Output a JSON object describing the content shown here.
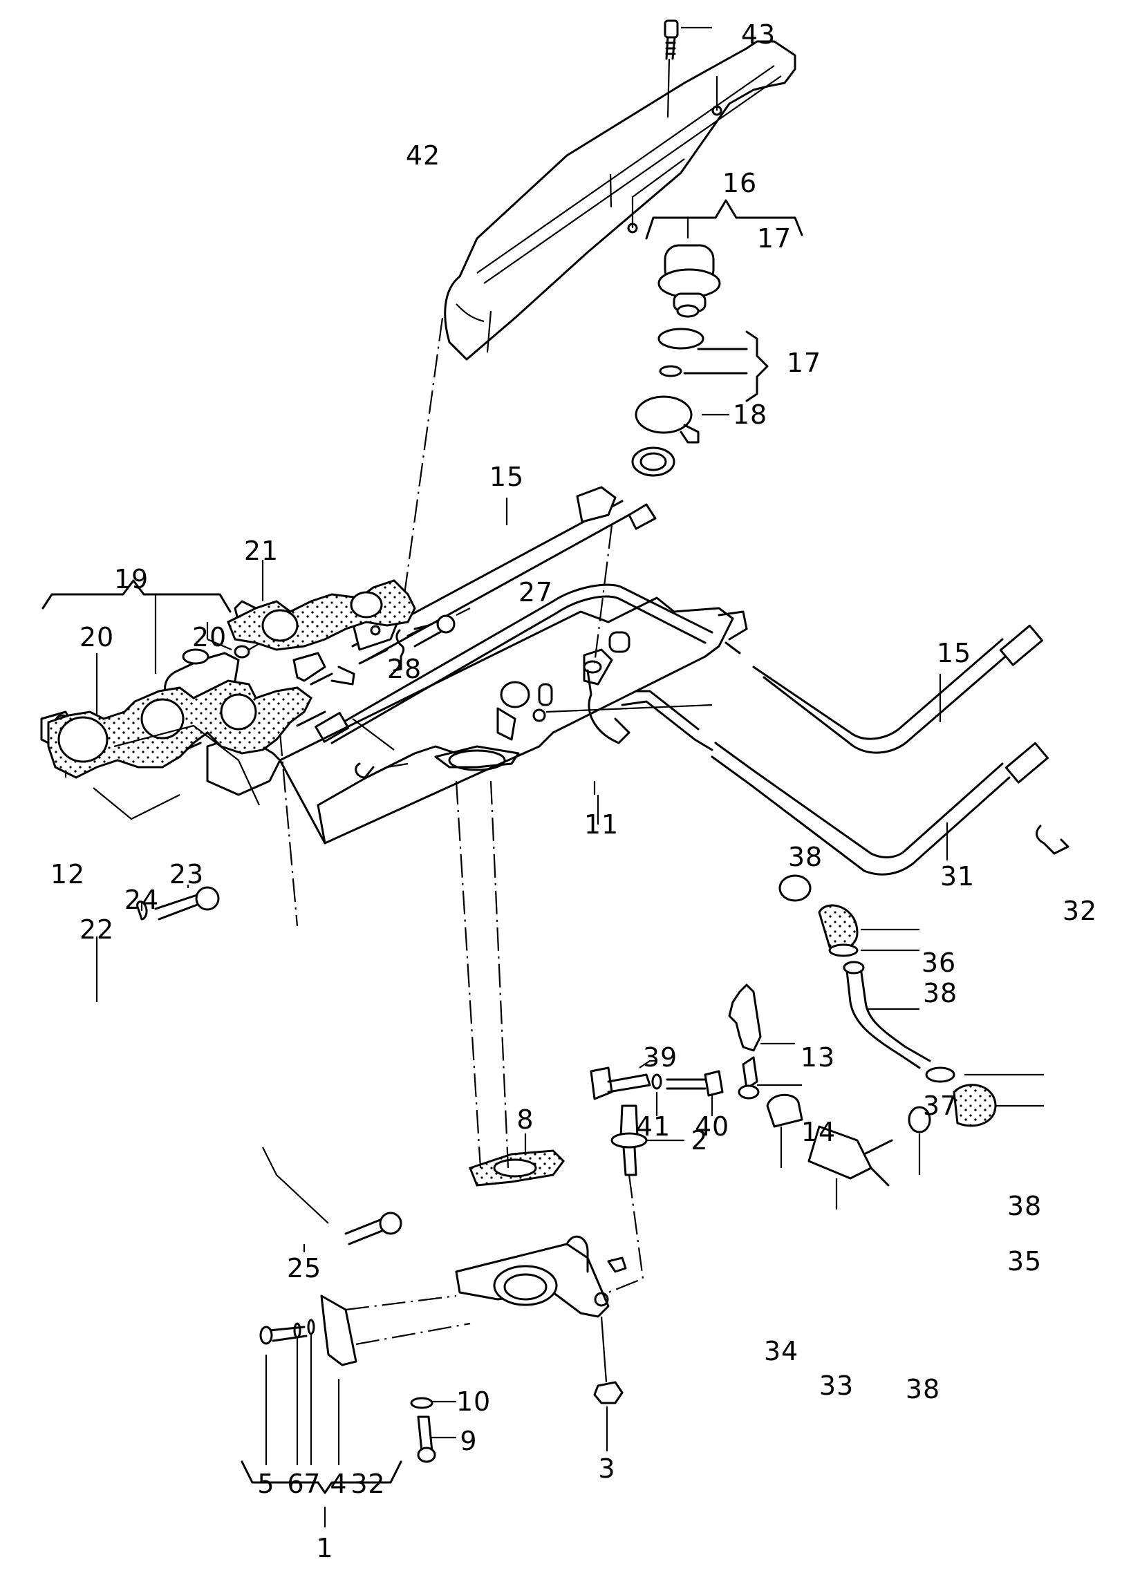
{
  "title": "Intake manifold / fuel rail exploded parts diagram",
  "callouts": [
    {
      "id": "c43",
      "label": "43",
      "part": "bolt-cover"
    },
    {
      "id": "c42",
      "label": "42",
      "part": "engine-cover"
    },
    {
      "id": "c16",
      "label": "16",
      "part": "fuel-pressure-regulator"
    },
    {
      "id": "c17a",
      "label": "17",
      "part": "o-ring-set-bracket"
    },
    {
      "id": "c17b",
      "label": "17",
      "part": "o-rings"
    },
    {
      "id": "c18",
      "label": "18",
      "part": "retaining-clamp"
    },
    {
      "id": "c15a",
      "label": "15",
      "part": "fuel-rail"
    },
    {
      "id": "c27",
      "label": "27",
      "part": "rail-bolt"
    },
    {
      "id": "c28",
      "label": "28",
      "part": "rail-washer"
    },
    {
      "id": "c21",
      "label": "21",
      "part": "injector-clip"
    },
    {
      "id": "c19",
      "label": "19",
      "part": "injector-assembly"
    },
    {
      "id": "c20a",
      "label": "20",
      "part": "injector-o-ring-lower"
    },
    {
      "id": "c20b",
      "label": "20",
      "part": "injector-o-ring-upper"
    },
    {
      "id": "c12",
      "label": "12",
      "part": "injector-seal-ring"
    },
    {
      "id": "c15b",
      "label": "15",
      "part": "fuel-supply-line"
    },
    {
      "id": "c31",
      "label": "31",
      "part": "fuel-return-line"
    },
    {
      "id": "c32",
      "label": "32",
      "part": "line-clip"
    },
    {
      "id": "c11",
      "label": "11",
      "part": "intake-manifold"
    },
    {
      "id": "c38a",
      "label": "38",
      "part": "hose-clamp"
    },
    {
      "id": "c36",
      "label": "36",
      "part": "elbow-hose"
    },
    {
      "id": "c38b",
      "label": "38",
      "part": "hose-clamp"
    },
    {
      "id": "c13",
      "label": "13",
      "part": "bracket"
    },
    {
      "id": "c37",
      "label": "37",
      "part": "breather-pipe"
    },
    {
      "id": "c14",
      "label": "14",
      "part": "bracket-bolt"
    },
    {
      "id": "c39",
      "label": "39",
      "part": "sensor"
    },
    {
      "id": "c41",
      "label": "41",
      "part": "sensor-washer"
    },
    {
      "id": "c40",
      "label": "40",
      "part": "sensor-bolt"
    },
    {
      "id": "c23",
      "label": "23",
      "part": "manifold-bolt"
    },
    {
      "id": "c24",
      "label": "24",
      "part": "manifold-washer"
    },
    {
      "id": "c22",
      "label": "22",
      "part": "manifold-gasket"
    },
    {
      "id": "c8",
      "label": "8",
      "part": "throttle-body-gasket"
    },
    {
      "id": "c2a",
      "label": "2",
      "part": "stud"
    },
    {
      "id": "c25",
      "label": "25",
      "part": "throttle-bolt"
    },
    {
      "id": "c38c",
      "label": "38",
      "part": "hose-clamp"
    },
    {
      "id": "c35",
      "label": "35",
      "part": "elbow-hose"
    },
    {
      "id": "c34",
      "label": "34",
      "part": "valve-clamp"
    },
    {
      "id": "c33",
      "label": "33",
      "part": "idle-air-valve"
    },
    {
      "id": "c38d",
      "label": "38",
      "part": "hose-clamp"
    },
    {
      "id": "c10",
      "label": "10",
      "part": "washer"
    },
    {
      "id": "c9",
      "label": "9",
      "part": "bolt"
    },
    {
      "id": "c3a",
      "label": "3",
      "part": "nut"
    },
    {
      "id": "c5",
      "label": "5",
      "part": "screw"
    },
    {
      "id": "c6",
      "label": "6",
      "part": "spring-washer"
    },
    {
      "id": "c7",
      "label": "7",
      "part": "washer"
    },
    {
      "id": "c4",
      "label": "4",
      "part": "throttle-position-switch"
    },
    {
      "id": "c3b",
      "label": "3",
      "part": "nut"
    },
    {
      "id": "c2b",
      "label": "2",
      "part": "stud"
    },
    {
      "id": "c1",
      "label": "1",
      "part": "throttle-body-assembly"
    }
  ]
}
